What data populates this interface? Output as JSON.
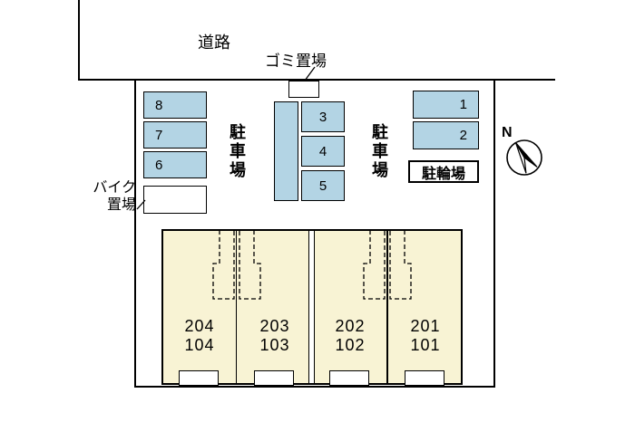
{
  "labels": {
    "road": "道路",
    "garbage": "ゴミ置場",
    "bike_line1": "バイク",
    "bike_line2": "置場",
    "parking_lot_left": "駐車場",
    "parking_lot_right": "駐車場",
    "bicycle_parking": "駐輪場",
    "north": "N"
  },
  "parking": {
    "left": [
      "8",
      "7",
      "6"
    ],
    "middle": [
      "3",
      "4",
      "5"
    ],
    "right": [
      "1",
      "2"
    ]
  },
  "units": [
    {
      "upper": "204",
      "lower": "104"
    },
    {
      "upper": "203",
      "lower": "103"
    },
    {
      "upper": "202",
      "lower": "102"
    },
    {
      "upper": "201",
      "lower": "101"
    }
  ],
  "colors": {
    "background": "#ffffff",
    "parking_fill": "#b3d4e4",
    "building_fill": "#f8f3d4",
    "outline": "#000000"
  }
}
